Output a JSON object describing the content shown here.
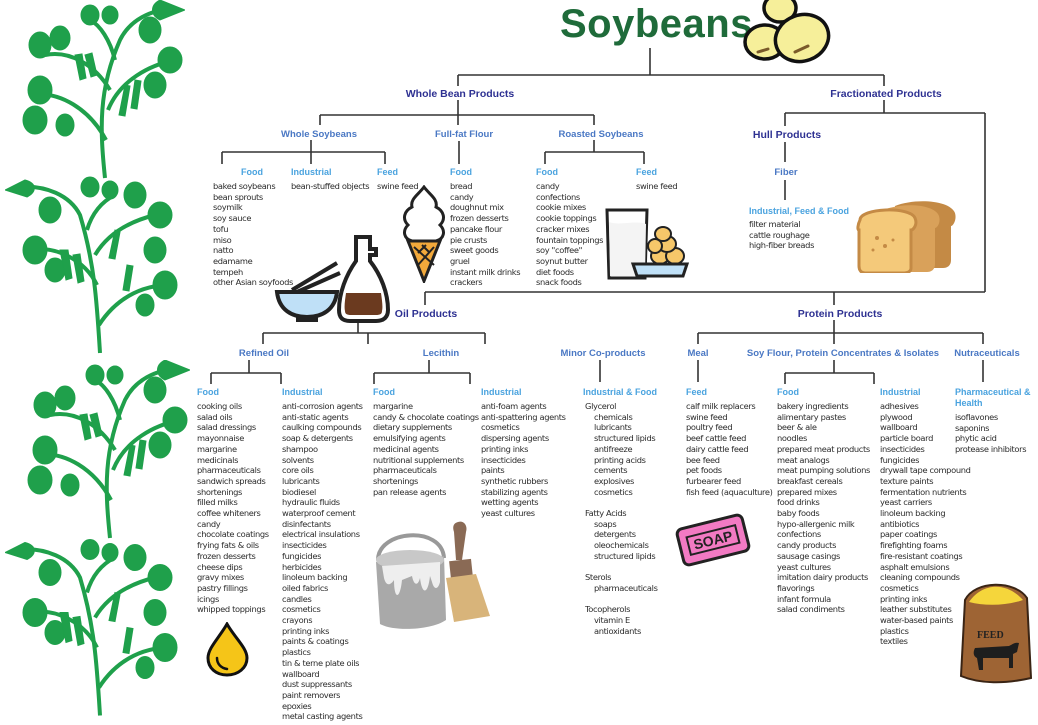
{
  "title": "Soybeans",
  "colors": {
    "title": "#1f6b3a",
    "level1": "#2e3192",
    "level2": "#4a78c4",
    "category": "#4aa3df",
    "text": "#2b2b2b",
    "plant": "#1fa04b",
    "lines": "#333333"
  },
  "whole_bean": {
    "label": "Whole Bean Products",
    "whole_soybeans": {
      "label": "Whole Soybeans",
      "food": {
        "label": "Food",
        "items": [
          "baked soybeans",
          "bean sprouts",
          "soymilk",
          "soy sauce",
          "tofu",
          "miso",
          "natto",
          "edamame",
          "tempeh",
          "other Asian soyfoods"
        ]
      },
      "industrial": {
        "label": "Industrial",
        "items": [
          "bean-stuffed objects"
        ]
      },
      "feed": {
        "label": "Feed",
        "items": [
          "swine feed"
        ]
      }
    },
    "full_fat_flour": {
      "label": "Full-fat Flour",
      "food": {
        "label": "Food",
        "items": [
          "bread",
          "candy",
          "doughnut mix",
          "frozen desserts",
          "pancake flour",
          "pie crusts",
          "sweet goods",
          "gruel",
          "instant milk drinks",
          "crackers"
        ]
      }
    },
    "roasted_soybeans": {
      "label": "Roasted Soybeans",
      "food": {
        "label": "Food",
        "items": [
          "candy",
          "confections",
          "cookie mixes",
          "cookie toppings",
          "cracker mixes",
          "fountain toppings",
          "soy \"coffee\"",
          "soynut butter",
          "diet foods",
          "snack foods"
        ]
      },
      "feed": {
        "label": "Feed",
        "items": [
          "swine feed"
        ]
      }
    }
  },
  "fractionated": {
    "label": "Fractionated Products",
    "hull": {
      "label": "Hull Products",
      "fiber": {
        "label": "Fiber",
        "industrial_feed_food": {
          "label": "Industrial, Feed & Food",
          "items": [
            "filter material",
            "cattle roughage",
            "high-fiber breads"
          ]
        }
      }
    }
  },
  "oil": {
    "label": "Oil Products",
    "refined_oil": {
      "label": "Refined Oil",
      "food": {
        "label": "Food",
        "items": [
          "cooking oils",
          "salad oils",
          "salad dressings",
          "mayonnaise",
          "margarine",
          "medicinals",
          "pharmaceuticals",
          "sandwich spreads",
          "shortenings",
          "filled milks",
          "coffee whiteners",
          "candy",
          "chocolate coatings",
          "frying fats & oils",
          "frozen desserts",
          "cheese dips",
          "gravy mixes",
          "pastry fillings",
          "icings",
          "whipped toppings"
        ]
      },
      "industrial": {
        "label": "Industrial",
        "items": [
          "anti-corrosion agents",
          "anti-static agents",
          "caulking compounds",
          "soap & detergents",
          "shampoo",
          "solvents",
          "core oils",
          "lubricants",
          "biodiesel",
          "hydraulic fluids",
          "waterproof cement",
          "disinfectants",
          "electrical insulations",
          "insecticides",
          "fungicides",
          "herbicides",
          "linoleum backing",
          "oiled fabrics",
          "candles",
          "cosmetics",
          "crayons",
          "printing inks",
          "paints & coatings",
          "plastics",
          "tin & terne plate oils",
          "wallboard",
          "dust suppressants",
          "paint removers",
          "epoxies",
          "metal casting agents"
        ]
      }
    },
    "lecithin": {
      "label": "Lecithin",
      "food": {
        "label": "Food",
        "items": [
          "margarine",
          "candy & chocolate coatings",
          "dietary supplements",
          "emulsifying agents",
          "medicinal agents",
          "nutritional supplements",
          "pharmaceuticals",
          "shortenings",
          "pan release agents"
        ]
      },
      "industrial": {
        "label": "Industrial",
        "items": [
          "anti-foam agents",
          "anti-spattering agents",
          "cosmetics",
          "dispersing agents",
          "printing inks",
          "insecticides",
          "paints",
          "synthetic rubbers",
          "stabilizing agents",
          "wetting agents",
          "yeast cultures"
        ]
      }
    },
    "minor": {
      "label": "Minor Co-products",
      "industrial_food": {
        "label": "Industrial & Food",
        "groups": [
          {
            "name": "Glycerol",
            "items": [
              "chemicals",
              "lubricants",
              "structured lipids",
              "antifreeze",
              "printing acids",
              "cements",
              "explosives",
              "cosmetics"
            ]
          },
          {
            "name": "Fatty Acids",
            "items": [
              "soaps",
              "detergents",
              "oleochemicals",
              "structured lipids"
            ]
          },
          {
            "name": "Sterols",
            "items": [
              "pharmaceuticals"
            ]
          },
          {
            "name": "Tocopherols",
            "items": [
              "vitamin E",
              "antioxidants"
            ]
          }
        ]
      }
    }
  },
  "protein": {
    "label": "Protein Products",
    "meal": {
      "label": "Meal",
      "feed": {
        "label": "Feed",
        "items": [
          "calf milk replacers",
          "swine feed",
          "poultry feed",
          "beef cattle feed",
          "dairy cattle feed",
          "bee feed",
          "pet foods",
          "furbearer feed",
          "fish feed (aquaculture)"
        ]
      }
    },
    "soy_flour": {
      "label": "Soy Flour, Protein Concentrates & Isolates",
      "food": {
        "label": "Food",
        "items": [
          "bakery ingredients",
          "alimentary pastes",
          "beer & ale",
          "noodles",
          "prepared meat products",
          "meat analogs",
          "meat pumping solutions",
          "breakfast cereals",
          "prepared mixes",
          "food drinks",
          "baby foods",
          "hypo-allergenic milk",
          "confections",
          "candy products",
          "sausage casings",
          "yeast cultures",
          "imitation dairy products",
          "flavorings",
          "infant formula",
          "salad condiments"
        ]
      },
      "industrial": {
        "label": "Industrial",
        "items": [
          "adhesives",
          "plywood",
          "wallboard",
          "particle board",
          "insecticides",
          "fungicides",
          "drywall tape compound",
          "texture paints",
          "fermentation nutrients",
          "yeast carriers",
          "linoleum backing",
          "antibiotics",
          "paper coatings",
          "firefighting foams",
          "fire-resistant coatings",
          "asphalt emulsions",
          "cleaning compounds",
          "cosmetics",
          "printing inks",
          "leather substitutes",
          "water-based paints",
          "plastics",
          "textiles"
        ]
      }
    },
    "nutraceuticals": {
      "label": "Nutraceuticals",
      "pharma": {
        "label_line1": "Pharmaceutical &",
        "label_line2": "Health",
        "items": [
          "isoflavones",
          "saponins",
          "phytic acid",
          "protease inhibitors"
        ]
      }
    }
  },
  "illustrations": {
    "soap_label": "SOAP",
    "feed_label": "FEED"
  }
}
